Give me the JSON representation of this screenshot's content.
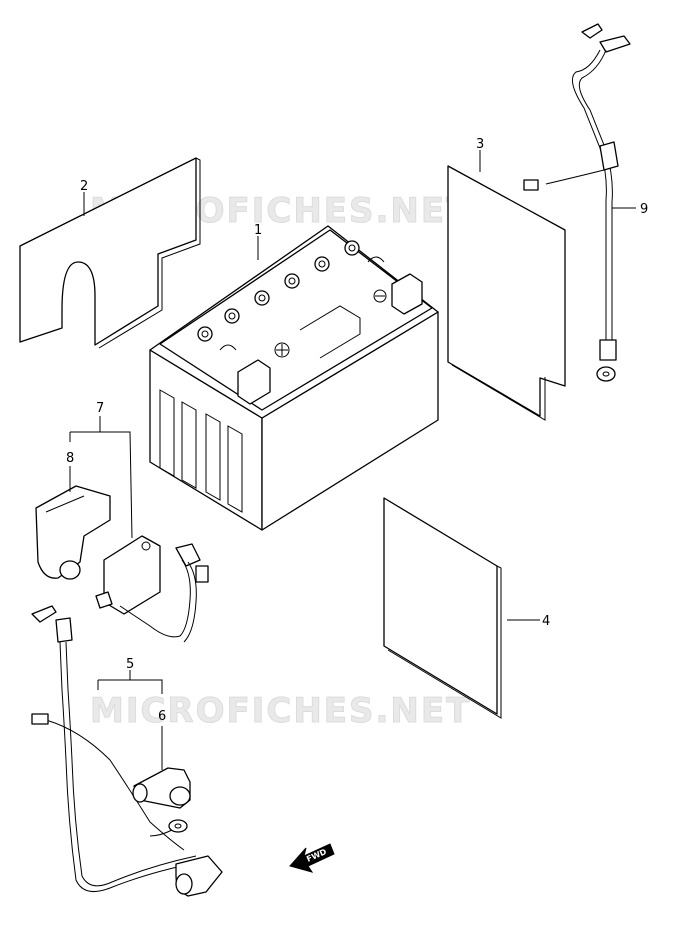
{
  "watermark": "MICROFICHES.NET",
  "fwd_label": "FWD",
  "callouts": [
    {
      "id": "1",
      "label": "1"
    },
    {
      "id": "2",
      "label": "2"
    },
    {
      "id": "3",
      "label": "3"
    },
    {
      "id": "4",
      "label": "4"
    },
    {
      "id": "5",
      "label": "5"
    },
    {
      "id": "6",
      "label": "6"
    },
    {
      "id": "7",
      "label": "7"
    },
    {
      "id": "8",
      "label": "8"
    },
    {
      "id": "9",
      "label": "9"
    }
  ]
}
